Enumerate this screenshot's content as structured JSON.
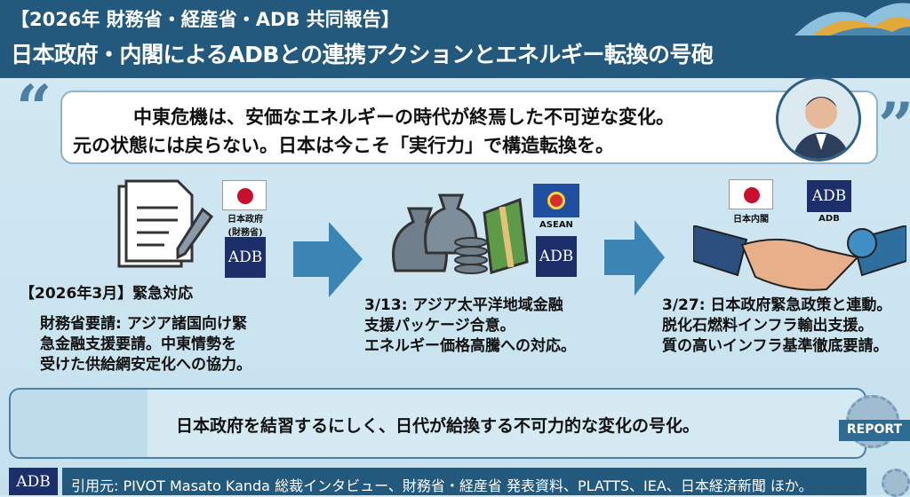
{
  "header": {
    "subtitle": "【2026年 財務省・経産省・ADB 共同報告】",
    "title": "日本政府・内閣によるADBとの連携アクションとエネルギー転換の号砲"
  },
  "quote": {
    "open_mark": "“",
    "close_mark": "”",
    "line1": "中東危機は、安価なエネルギーの時代が終焉した不可逆な変化。",
    "line2": "元の状態には戻らない。日本は今こそ「実行力」で構造転換を。"
  },
  "steps": [
    {
      "flag_label": "日本政府\n(財務省)",
      "logo": "ADB",
      "heading": "【2026年3月】緊急対応",
      "text": "財務省要請: アジア諸国向け緊\n急金融支援要請。中東情勢を\n受けた供給網安定化への協力。"
    },
    {
      "flag_label": "ASEAN",
      "logo": "ADB",
      "text": "3/13: アジア太平洋地域金融\n支援パッケージ合意。\nエネルギー価格高騰への対応。"
    },
    {
      "flag_label": "日本内閣",
      "logo": "ADB",
      "logo_label": "ADB",
      "text": "3/27: 日本政府緊急政策と連動。\n脱化石燃料インフラ輸出支援。\n質の高いインフラ基準徹底要請。"
    }
  ],
  "summary": "日本政府を結習するにしく、日代が給換する不可力的な変化の号化。",
  "badge": "REPORT",
  "footer": {
    "logo": "ADB",
    "source": "引用元: PIVOT Masato Kanda 総裁インタビュー、財務省・経産省 発表資料、PLATTS、IEA、日本経済新聞 ほか。"
  },
  "colors": {
    "header": "#23597d",
    "background": "#cfe6f1",
    "arrow": "#3b84b4",
    "adb": "#1d2f6b"
  }
}
